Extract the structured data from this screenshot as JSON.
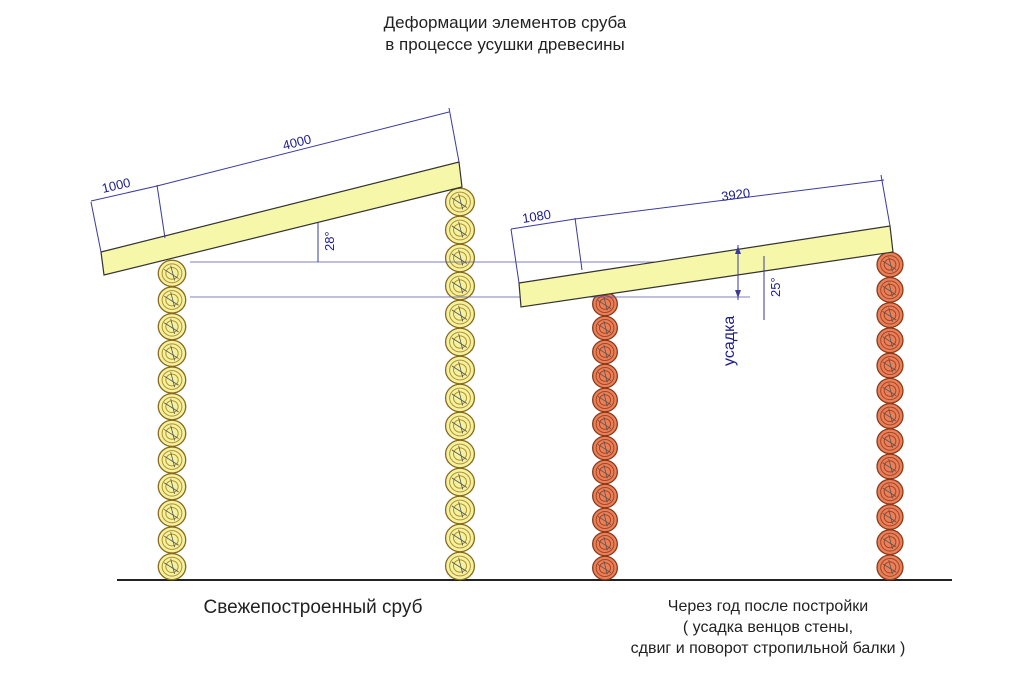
{
  "title": {
    "line1": "Деформации элементов сруба",
    "line2": "в процессе усушки древесины"
  },
  "left": {
    "caption": "Свежепостроенный сруб",
    "dim_overhang": "1000",
    "dim_span": "4000",
    "angle": "28°",
    "log_count": 12,
    "log_color": "#f3f2a0"
  },
  "right": {
    "caption_line1": "Через год после постройки",
    "caption_line2": "( усадка венцов стены,",
    "caption_line3": "сдвиг и поворот стропильной балки )",
    "dim_overhang": "1080",
    "dim_span": "3920",
    "angle": "25°",
    "shrink_label": "усадка",
    "log_count": 12,
    "log_color": "#e9805a"
  }
}
